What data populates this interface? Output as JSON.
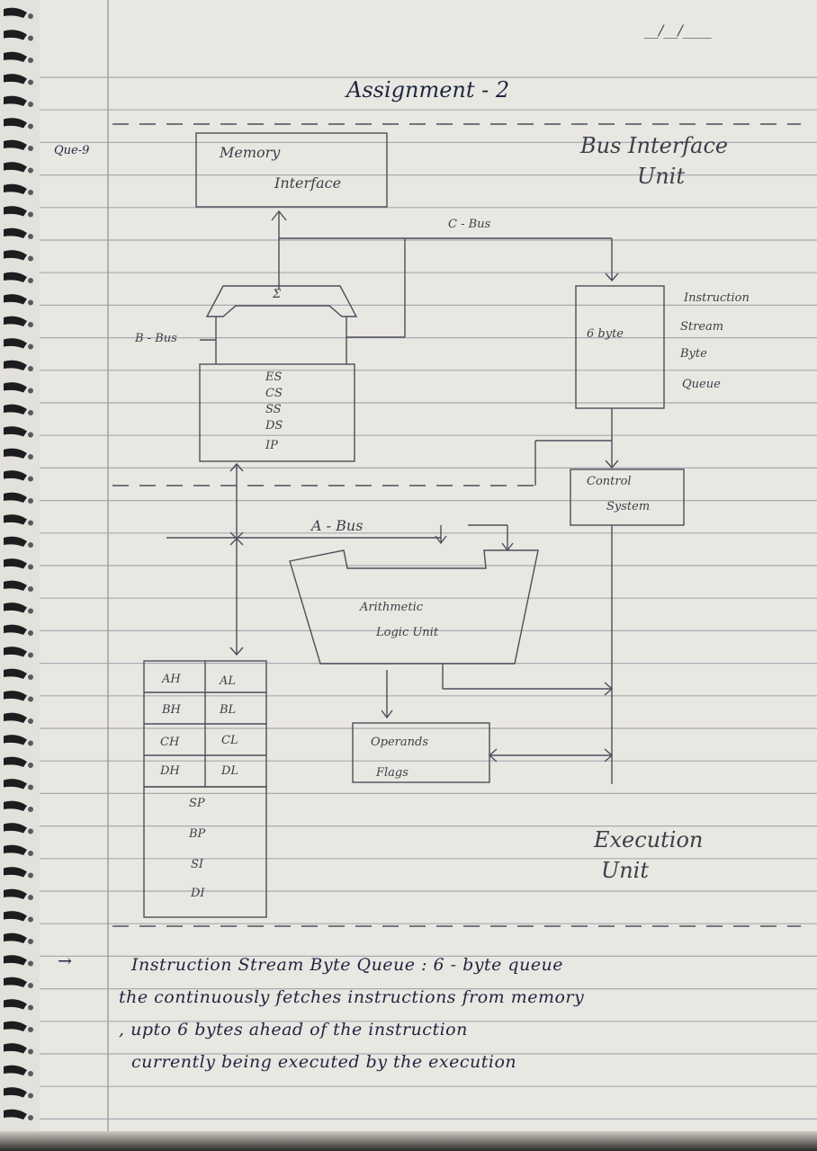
{
  "header": {
    "date": "__/__/____",
    "title": "Assignment - 2",
    "question": "Que-9"
  },
  "diagram": {
    "memory_interface": [
      "Memory",
      "Interface"
    ],
    "sigma": "Σ",
    "c_bus": "C - Bus",
    "b_bus": "B - Bus",
    "a_bus": "A - Bus",
    "segment_registers": [
      "ES",
      "CS",
      "SS",
      "DS",
      "IP"
    ],
    "queue_label": "6 byte",
    "biu_label": [
      "Bus Interface",
      "Unit"
    ],
    "isbq_label": [
      "Instruction",
      "Stream",
      "Byte",
      "Queue"
    ],
    "control_system": [
      "Control",
      "System"
    ],
    "alu": [
      "Arithmetic",
      "Logic Unit"
    ],
    "general_registers": [
      [
        "AH",
        "AL"
      ],
      [
        "BH",
        "BL"
      ],
      [
        "CH",
        "CL"
      ],
      [
        "DH",
        "DL"
      ]
    ],
    "pointer_registers": [
      "SP",
      "BP",
      "SI",
      "DI"
    ],
    "operands": [
      "Operands",
      "Flags"
    ],
    "eu_label": [
      "Execution",
      "Unit"
    ]
  },
  "notes": {
    "arrow": "→",
    "lines": [
      "Instruction Stream Byte Queue : 6 - byte queue",
      "the continuously fetches instructions from memory",
      ", upto 6 bytes ahead of the instruction",
      "currently being executed by the execution"
    ]
  }
}
